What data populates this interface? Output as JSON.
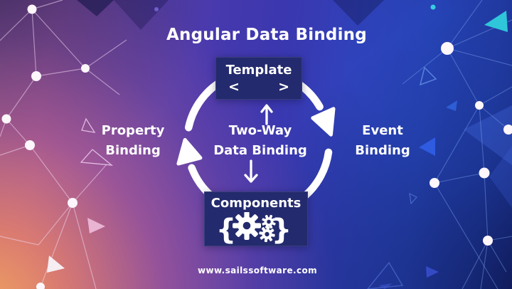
{
  "title": "Angular Data Binding",
  "footer": "www.sailssoftware.com",
  "diagram": {
    "template": {
      "label": "Template",
      "code_left": "<",
      "code_right": ">"
    },
    "components": {
      "label": "Components",
      "brace_left": "{",
      "brace_right": "}"
    },
    "property_binding": {
      "line1": "Property",
      "line2": "Binding"
    },
    "event_binding": {
      "line1": "Event",
      "line2": "Binding"
    },
    "two_way_binding": {
      "line1": "Two-Way",
      "line2": "Data Binding"
    }
  },
  "colors": {
    "box-bg": "#232a6d",
    "text": "#ffffff",
    "diagram-stroke": "#ffffff",
    "teal-accent": "#2fc6da",
    "blue-accent": "#2e5be0",
    "pink-accent": "#eebbd9"
  }
}
